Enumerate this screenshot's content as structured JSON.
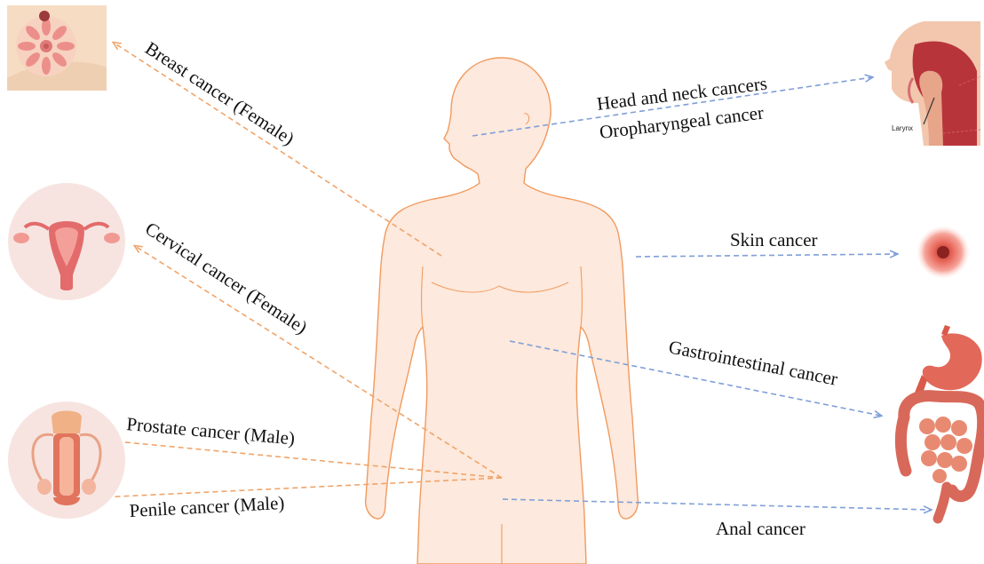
{
  "labels": {
    "breast": "Breast cancer (Female)",
    "cervical": "Cervical cancer (Female)",
    "prostate": "Prostate cancer (Male)",
    "penile": "Penile cancer (Male)",
    "head_neck": "Head and neck cancers",
    "oropharyngeal": "Oropharyngeal cancer",
    "skin": "Skin cancer",
    "gastro": "Gastrointestinal cancer",
    "anal": "Anal cancer",
    "larynx": "Larynx"
  },
  "colors": {
    "female_male_arrow": "#f0a46a",
    "other_arrow": "#7f9fd8",
    "body_fill": "#fde9dd",
    "body_outline": "#f29a5e",
    "thumb_circle": "#f7e4e0"
  }
}
